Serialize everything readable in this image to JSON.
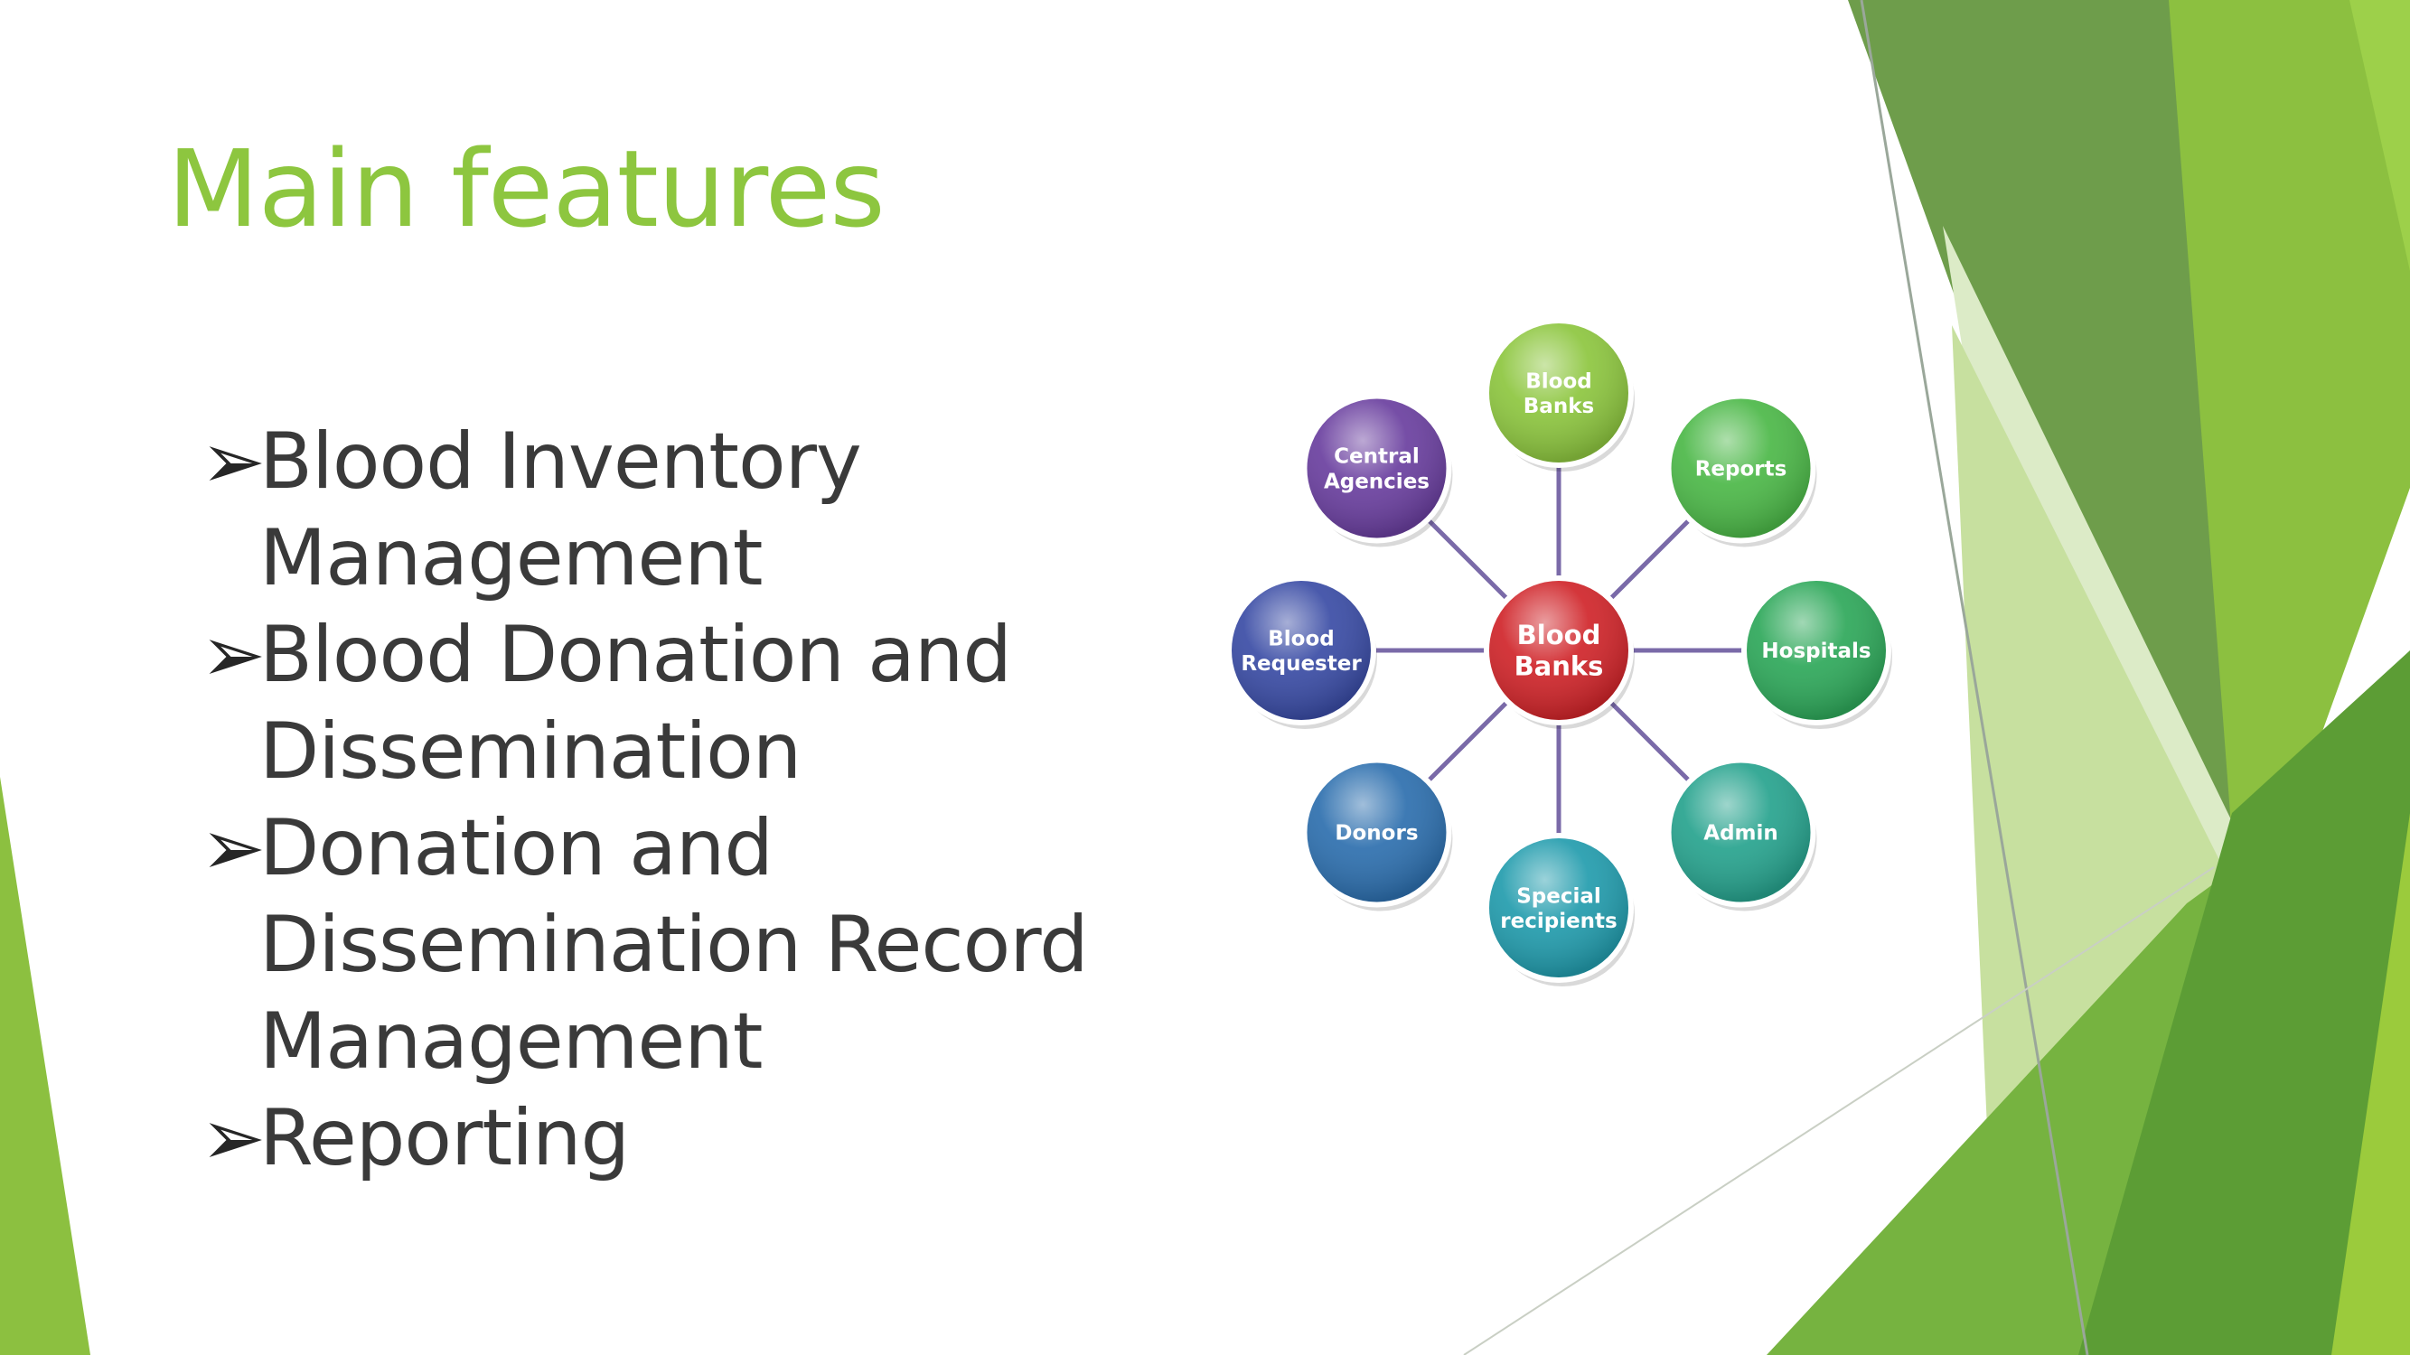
{
  "slide": {
    "title": "Main features",
    "bullet_marker": "➢",
    "bullets": [
      "Blood Inventory Management",
      "Blood Donation and Dissemination",
      "Donation and Dissemination Record Management",
      "Reporting"
    ]
  },
  "diagram": {
    "center": {
      "lines": [
        "Blood",
        "Banks"
      ],
      "color": "#d0252a"
    },
    "nodes": [
      {
        "id": "blood-banks",
        "lines": [
          "Blood",
          "Banks"
        ],
        "color": "#8dc63f"
      },
      {
        "id": "reports",
        "lines": [
          "Reports"
        ],
        "color": "#4cb848"
      },
      {
        "id": "hospitals",
        "lines": [
          "Hospitals"
        ],
        "color": "#2ea85a"
      },
      {
        "id": "admin",
        "lines": [
          "Admin"
        ],
        "color": "#27a38e"
      },
      {
        "id": "special-recipients",
        "lines": [
          "Special",
          "recipients"
        ],
        "color": "#229cad"
      },
      {
        "id": "donors",
        "lines": [
          "Donors"
        ],
        "color": "#2d6fae"
      },
      {
        "id": "blood-requester",
        "lines": [
          "Blood",
          "Requester"
        ],
        "color": "#3a4ca5"
      },
      {
        "id": "central-agencies",
        "lines": [
          "Central",
          "Agencies"
        ],
        "color": "#6a3f9f"
      }
    ],
    "connector_color": "#7a6aa8"
  },
  "theme": {
    "accent": "#8dc63f",
    "green_dark": "#5b9a3a",
    "green_mid": "#72ab3f",
    "green_light": "#b9d98a",
    "green_pale": "#dcebc7",
    "text": "#3a3a3a"
  }
}
